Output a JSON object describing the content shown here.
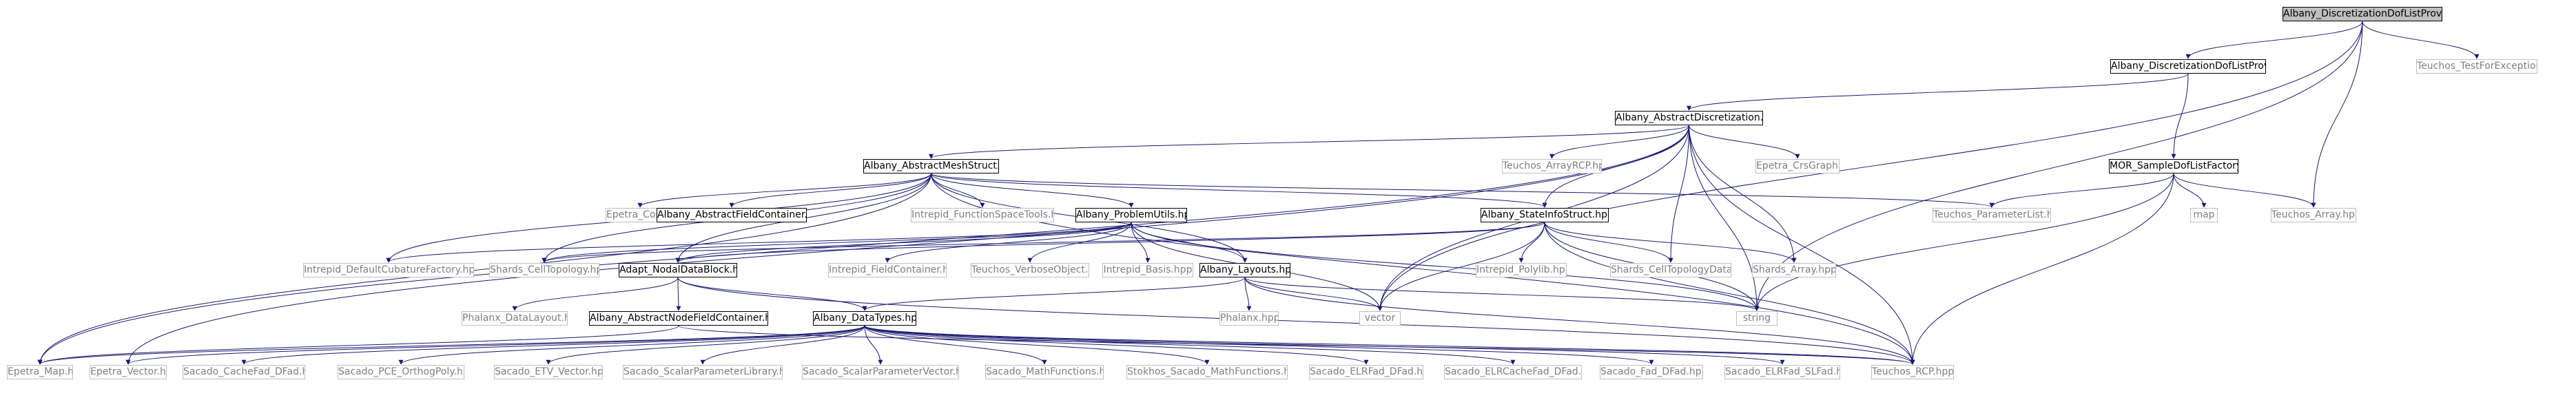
{
  "diagram": {
    "root": "Albany_DiscretizationDofListProvider.cpp",
    "nodes": [
      {
        "id": "n0",
        "label": "Albany_DiscretizationDofListProvider.cpp",
        "kind": "root"
      },
      {
        "id": "n1",
        "label": "Albany_DiscretizationDofListProvider.hpp",
        "kind": "doc"
      },
      {
        "id": "n2",
        "label": "Teuchos_TestForException.hpp",
        "kind": "ext"
      },
      {
        "id": "n3",
        "label": "Albany_AbstractDiscretization.hpp",
        "kind": "doc"
      },
      {
        "id": "n4",
        "label": "MOR_SampleDofListFactory.hpp",
        "kind": "doc"
      },
      {
        "id": "n5",
        "label": "Albany_AbstractMeshStruct.hpp",
        "kind": "doc"
      },
      {
        "id": "n6",
        "label": "Teuchos_ArrayRCP.hpp",
        "kind": "ext"
      },
      {
        "id": "n7",
        "label": "Epetra_CrsGraph.h",
        "kind": "ext"
      },
      {
        "id": "n8",
        "label": "Teuchos_ParameterList.hpp",
        "kind": "ext"
      },
      {
        "id": "n9",
        "label": "map",
        "kind": "ext"
      },
      {
        "id": "n10",
        "label": "Teuchos_Array.hpp",
        "kind": "ext"
      },
      {
        "id": "n11",
        "label": "Epetra_Comm.h",
        "kind": "ext"
      },
      {
        "id": "n12",
        "label": "Albany_AbstractFieldContainer.hpp",
        "kind": "doc"
      },
      {
        "id": "n13",
        "label": "Intrepid_FunctionSpaceTools.hpp",
        "kind": "ext"
      },
      {
        "id": "n14",
        "label": "Albany_ProblemUtils.hpp",
        "kind": "doc"
      },
      {
        "id": "n15",
        "label": "Albany_StateInfoStruct.hpp",
        "kind": "doc"
      },
      {
        "id": "n16",
        "label": "Intrepid_DefaultCubatureFactory.hpp",
        "kind": "ext"
      },
      {
        "id": "n17",
        "label": "Shards_CellTopology.hpp",
        "kind": "ext"
      },
      {
        "id": "n18",
        "label": "Adapt_NodalDataBlock.hpp",
        "kind": "doc"
      },
      {
        "id": "n19",
        "label": "Intrepid_FieldContainer.hpp",
        "kind": "ext"
      },
      {
        "id": "n20",
        "label": "Teuchos_VerboseObject.hpp",
        "kind": "ext"
      },
      {
        "id": "n21",
        "label": "Intrepid_Basis.hpp",
        "kind": "ext"
      },
      {
        "id": "n22",
        "label": "Albany_Layouts.hpp",
        "kind": "doc"
      },
      {
        "id": "n23",
        "label": "Intrepid_Polylib.hpp",
        "kind": "ext"
      },
      {
        "id": "n24",
        "label": "Shards_CellTopologyData.h",
        "kind": "ext"
      },
      {
        "id": "n25",
        "label": "Shards_Array.hpp",
        "kind": "ext"
      },
      {
        "id": "n26",
        "label": "Phalanx_DataLayout.hpp",
        "kind": "ext"
      },
      {
        "id": "n27",
        "label": "Albany_AbstractNodeFieldContainer.hpp",
        "kind": "doc"
      },
      {
        "id": "n28",
        "label": "Albany_DataTypes.hpp",
        "kind": "doc"
      },
      {
        "id": "n29",
        "label": "Phalanx.hpp",
        "kind": "ext"
      },
      {
        "id": "n30",
        "label": "vector",
        "kind": "ext"
      },
      {
        "id": "n31",
        "label": "string",
        "kind": "ext"
      },
      {
        "id": "n32",
        "label": "Epetra_Map.h",
        "kind": "ext"
      },
      {
        "id": "n33",
        "label": "Epetra_Vector.h",
        "kind": "ext"
      },
      {
        "id": "n34",
        "label": "Sacado_CacheFad_DFad.hpp",
        "kind": "ext"
      },
      {
        "id": "n35",
        "label": "Sacado_PCE_OrthogPoly.hpp",
        "kind": "ext"
      },
      {
        "id": "n36",
        "label": "Sacado_ETV_Vector.hpp",
        "kind": "ext"
      },
      {
        "id": "n37",
        "label": "Sacado_ScalarParameterLibrary.hpp",
        "kind": "ext"
      },
      {
        "id": "n38",
        "label": "Sacado_ScalarParameterVector.hpp",
        "kind": "ext"
      },
      {
        "id": "n39",
        "label": "Sacado_MathFunctions.hpp",
        "kind": "ext"
      },
      {
        "id": "n40",
        "label": "Stokhos_Sacado_MathFunctions.hpp",
        "kind": "ext"
      },
      {
        "id": "n41",
        "label": "Sacado_ELRFad_DFad.hpp",
        "kind": "ext"
      },
      {
        "id": "n42",
        "label": "Sacado_ELRCacheFad_DFad.hpp",
        "kind": "ext"
      },
      {
        "id": "n43",
        "label": "Sacado_Fad_DFad.hpp",
        "kind": "ext"
      },
      {
        "id": "n44",
        "label": "Sacado_ELRFad_SLFad.hpp",
        "kind": "ext"
      },
      {
        "id": "n45",
        "label": "Teuchos_RCP.hpp",
        "kind": "ext"
      }
    ],
    "edges": [
      [
        "n0",
        "n1"
      ],
      [
        "n0",
        "n2"
      ],
      [
        "n0",
        "n30"
      ],
      [
        "n0",
        "n31"
      ],
      [
        "n0",
        "n10"
      ],
      [
        "n1",
        "n3"
      ],
      [
        "n1",
        "n4"
      ],
      [
        "n3",
        "n5"
      ],
      [
        "n3",
        "n6"
      ],
      [
        "n3",
        "n7"
      ],
      [
        "n3",
        "n15"
      ],
      [
        "n3",
        "n24"
      ],
      [
        "n3",
        "n25"
      ],
      [
        "n3",
        "n30"
      ],
      [
        "n3",
        "n31"
      ],
      [
        "n3",
        "n32"
      ],
      [
        "n3",
        "n33"
      ],
      [
        "n3",
        "n45"
      ],
      [
        "n4",
        "n8"
      ],
      [
        "n4",
        "n9"
      ],
      [
        "n4",
        "n10"
      ],
      [
        "n4",
        "n31"
      ],
      [
        "n4",
        "n45"
      ],
      [
        "n5",
        "n11"
      ],
      [
        "n5",
        "n12"
      ],
      [
        "n5",
        "n13"
      ],
      [
        "n5",
        "n14"
      ],
      [
        "n5",
        "n15"
      ],
      [
        "n5",
        "n16"
      ],
      [
        "n5",
        "n17"
      ],
      [
        "n5",
        "n18"
      ],
      [
        "n5",
        "n22"
      ],
      [
        "n5",
        "n8"
      ],
      [
        "n5",
        "n32"
      ],
      [
        "n5",
        "n45"
      ],
      [
        "n14",
        "n16"
      ],
      [
        "n14",
        "n17"
      ],
      [
        "n14",
        "n18"
      ],
      [
        "n14",
        "n19"
      ],
      [
        "n14",
        "n20"
      ],
      [
        "n14",
        "n21"
      ],
      [
        "n14",
        "n22"
      ],
      [
        "n14",
        "n30"
      ],
      [
        "n14",
        "n31"
      ],
      [
        "n15",
        "n17"
      ],
      [
        "n15",
        "n18"
      ],
      [
        "n15",
        "n23"
      ],
      [
        "n15",
        "n24"
      ],
      [
        "n15",
        "n25"
      ],
      [
        "n15",
        "n30"
      ],
      [
        "n15",
        "n31"
      ],
      [
        "n15",
        "n45"
      ],
      [
        "n18",
        "n26"
      ],
      [
        "n18",
        "n27"
      ],
      [
        "n18",
        "n28"
      ],
      [
        "n18",
        "n45"
      ],
      [
        "n22",
        "n28"
      ],
      [
        "n22",
        "n29"
      ],
      [
        "n22",
        "n30"
      ],
      [
        "n22",
        "n31"
      ],
      [
        "n22",
        "n45"
      ],
      [
        "n27",
        "n32"
      ],
      [
        "n27",
        "n45"
      ],
      [
        "n28",
        "n32"
      ],
      [
        "n28",
        "n33"
      ],
      [
        "n28",
        "n34"
      ],
      [
        "n28",
        "n35"
      ],
      [
        "n28",
        "n36"
      ],
      [
        "n28",
        "n37"
      ],
      [
        "n28",
        "n38"
      ],
      [
        "n28",
        "n39"
      ],
      [
        "n28",
        "n40"
      ],
      [
        "n28",
        "n41"
      ],
      [
        "n28",
        "n42"
      ],
      [
        "n28",
        "n43"
      ],
      [
        "n28",
        "n44"
      ],
      [
        "n28",
        "n45"
      ]
    ]
  }
}
